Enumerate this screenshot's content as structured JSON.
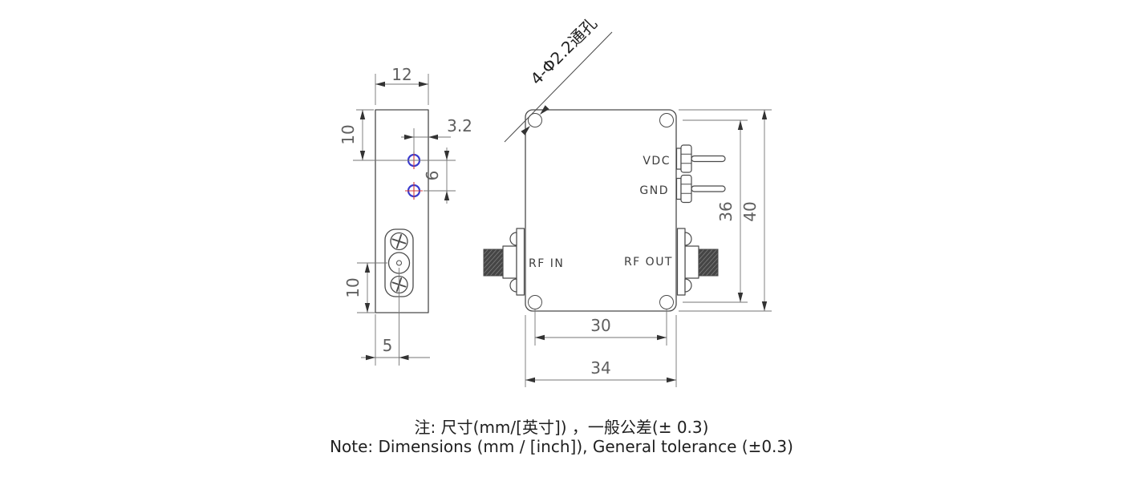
{
  "annotation": {
    "holes_note": "4-Φ2.2通孔"
  },
  "side_view": {
    "dims": {
      "width": "12",
      "hole_top_offset": "10",
      "hole_edge_offset": "3.2",
      "hole_pitch": "6",
      "connector_bottom_offset": "10",
      "connector_left_offset": "5"
    }
  },
  "front_view": {
    "labels": {
      "vdc": "VDC",
      "gnd": "GND",
      "rf_in": "RF IN",
      "rf_out": "RF OUT"
    },
    "dims": {
      "hole_spacing_vertical": "36",
      "height": "40",
      "hole_spacing_horizontal": "30",
      "width": "34"
    }
  },
  "notes": {
    "line_cn": "注: 尺寸(mm/[英寸]) ，一般公差(± 0.3)",
    "line_en": "Note: Dimensions (mm / [inch]), General tolerance (±0.3)"
  },
  "colors": {
    "outline": "#4a4a4a",
    "dimension": "#757575",
    "arrow": "#333333",
    "dim_text": "#5f5f5f",
    "label_text": "#3d3d3d",
    "note_text": "#1f1f1f",
    "hole_ring": "#3a3ace",
    "hole_cross": "#d23a3a",
    "thread_dark": "#454545",
    "thread_light": "#909090"
  }
}
